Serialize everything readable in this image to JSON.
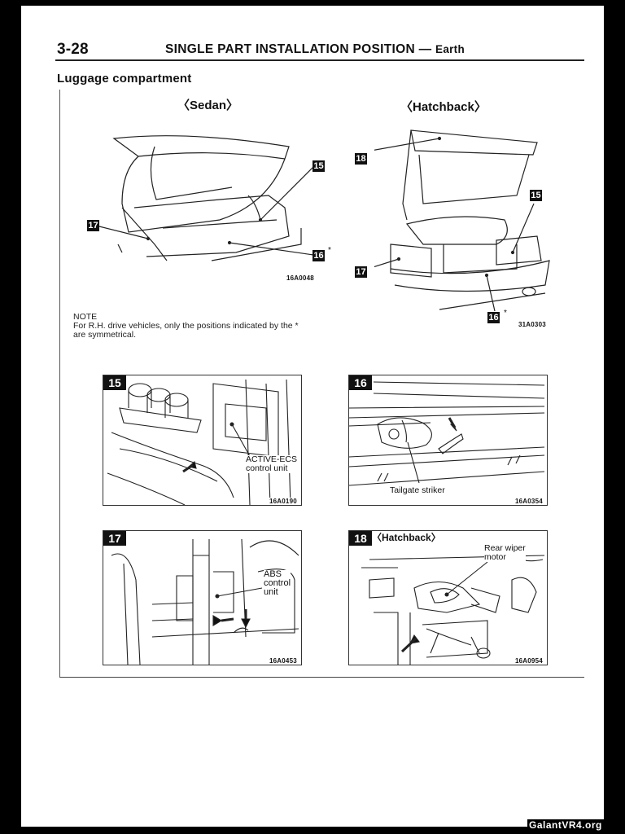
{
  "header": {
    "page_number": "3-28",
    "title": "SINGLE PART INSTALLATION POSITION",
    "dash": "—",
    "subtitle": "Earth"
  },
  "section_title": "Luggage compartment",
  "overview": {
    "sedan": {
      "label": "〈Sedan〉",
      "figure_code": "16A0048",
      "markers": [
        "15",
        "16",
        "17"
      ],
      "starred_marker": "16"
    },
    "hatchback": {
      "label": "〈Hatchback〉",
      "figure_code": "31A0303",
      "markers": [
        "18",
        "15",
        "17",
        "16"
      ],
      "starred_marker": "16"
    }
  },
  "note": {
    "heading": "NOTE",
    "text_line1": "For R.H. drive vehicles, only the positions indicated by the *",
    "text_line2": "are symmetrical."
  },
  "star": "*",
  "detail_panels": [
    {
      "number": "15",
      "callout_line1": "ACTIVE-ECS",
      "callout_line2": "control unit",
      "figure_code": "16A0190"
    },
    {
      "number": "16",
      "callout_line1": "Tailgate striker",
      "figure_code": "16A0354"
    },
    {
      "number": "17",
      "callout_line1": "ABS",
      "callout_line2": "control",
      "callout_line3": "unit",
      "figure_code": "16A0453"
    },
    {
      "number": "18",
      "variant": "〈Hatchback〉",
      "callout_line1": "Rear wiper",
      "callout_line2": "motor",
      "figure_code": "16A0954"
    }
  ],
  "watermark": "GalantVR4.org"
}
